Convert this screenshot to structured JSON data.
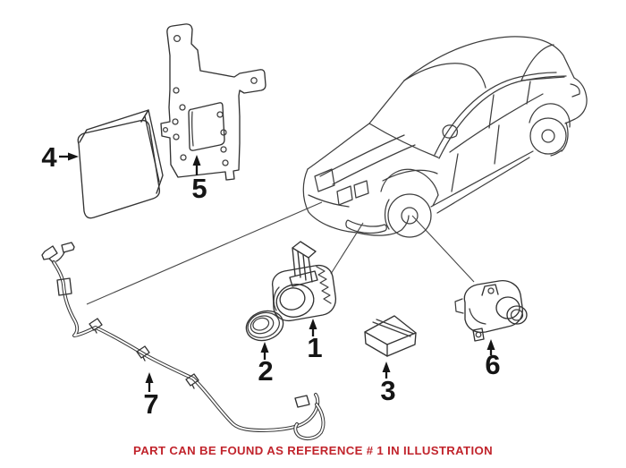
{
  "colors": {
    "background": "#ffffff",
    "line": "#3e3e3e",
    "label": "#151515",
    "note": "#c1242c"
  },
  "callouts": [
    {
      "label": "1"
    },
    {
      "label": "2"
    },
    {
      "label": "3"
    },
    {
      "label": "4"
    },
    {
      "label": "5"
    },
    {
      "label": "6"
    },
    {
      "label": "7"
    }
  ],
  "footer": {
    "text": "PART CAN BE FOUND AS REFERENCE # 1 IN ILLUSTRATION"
  }
}
